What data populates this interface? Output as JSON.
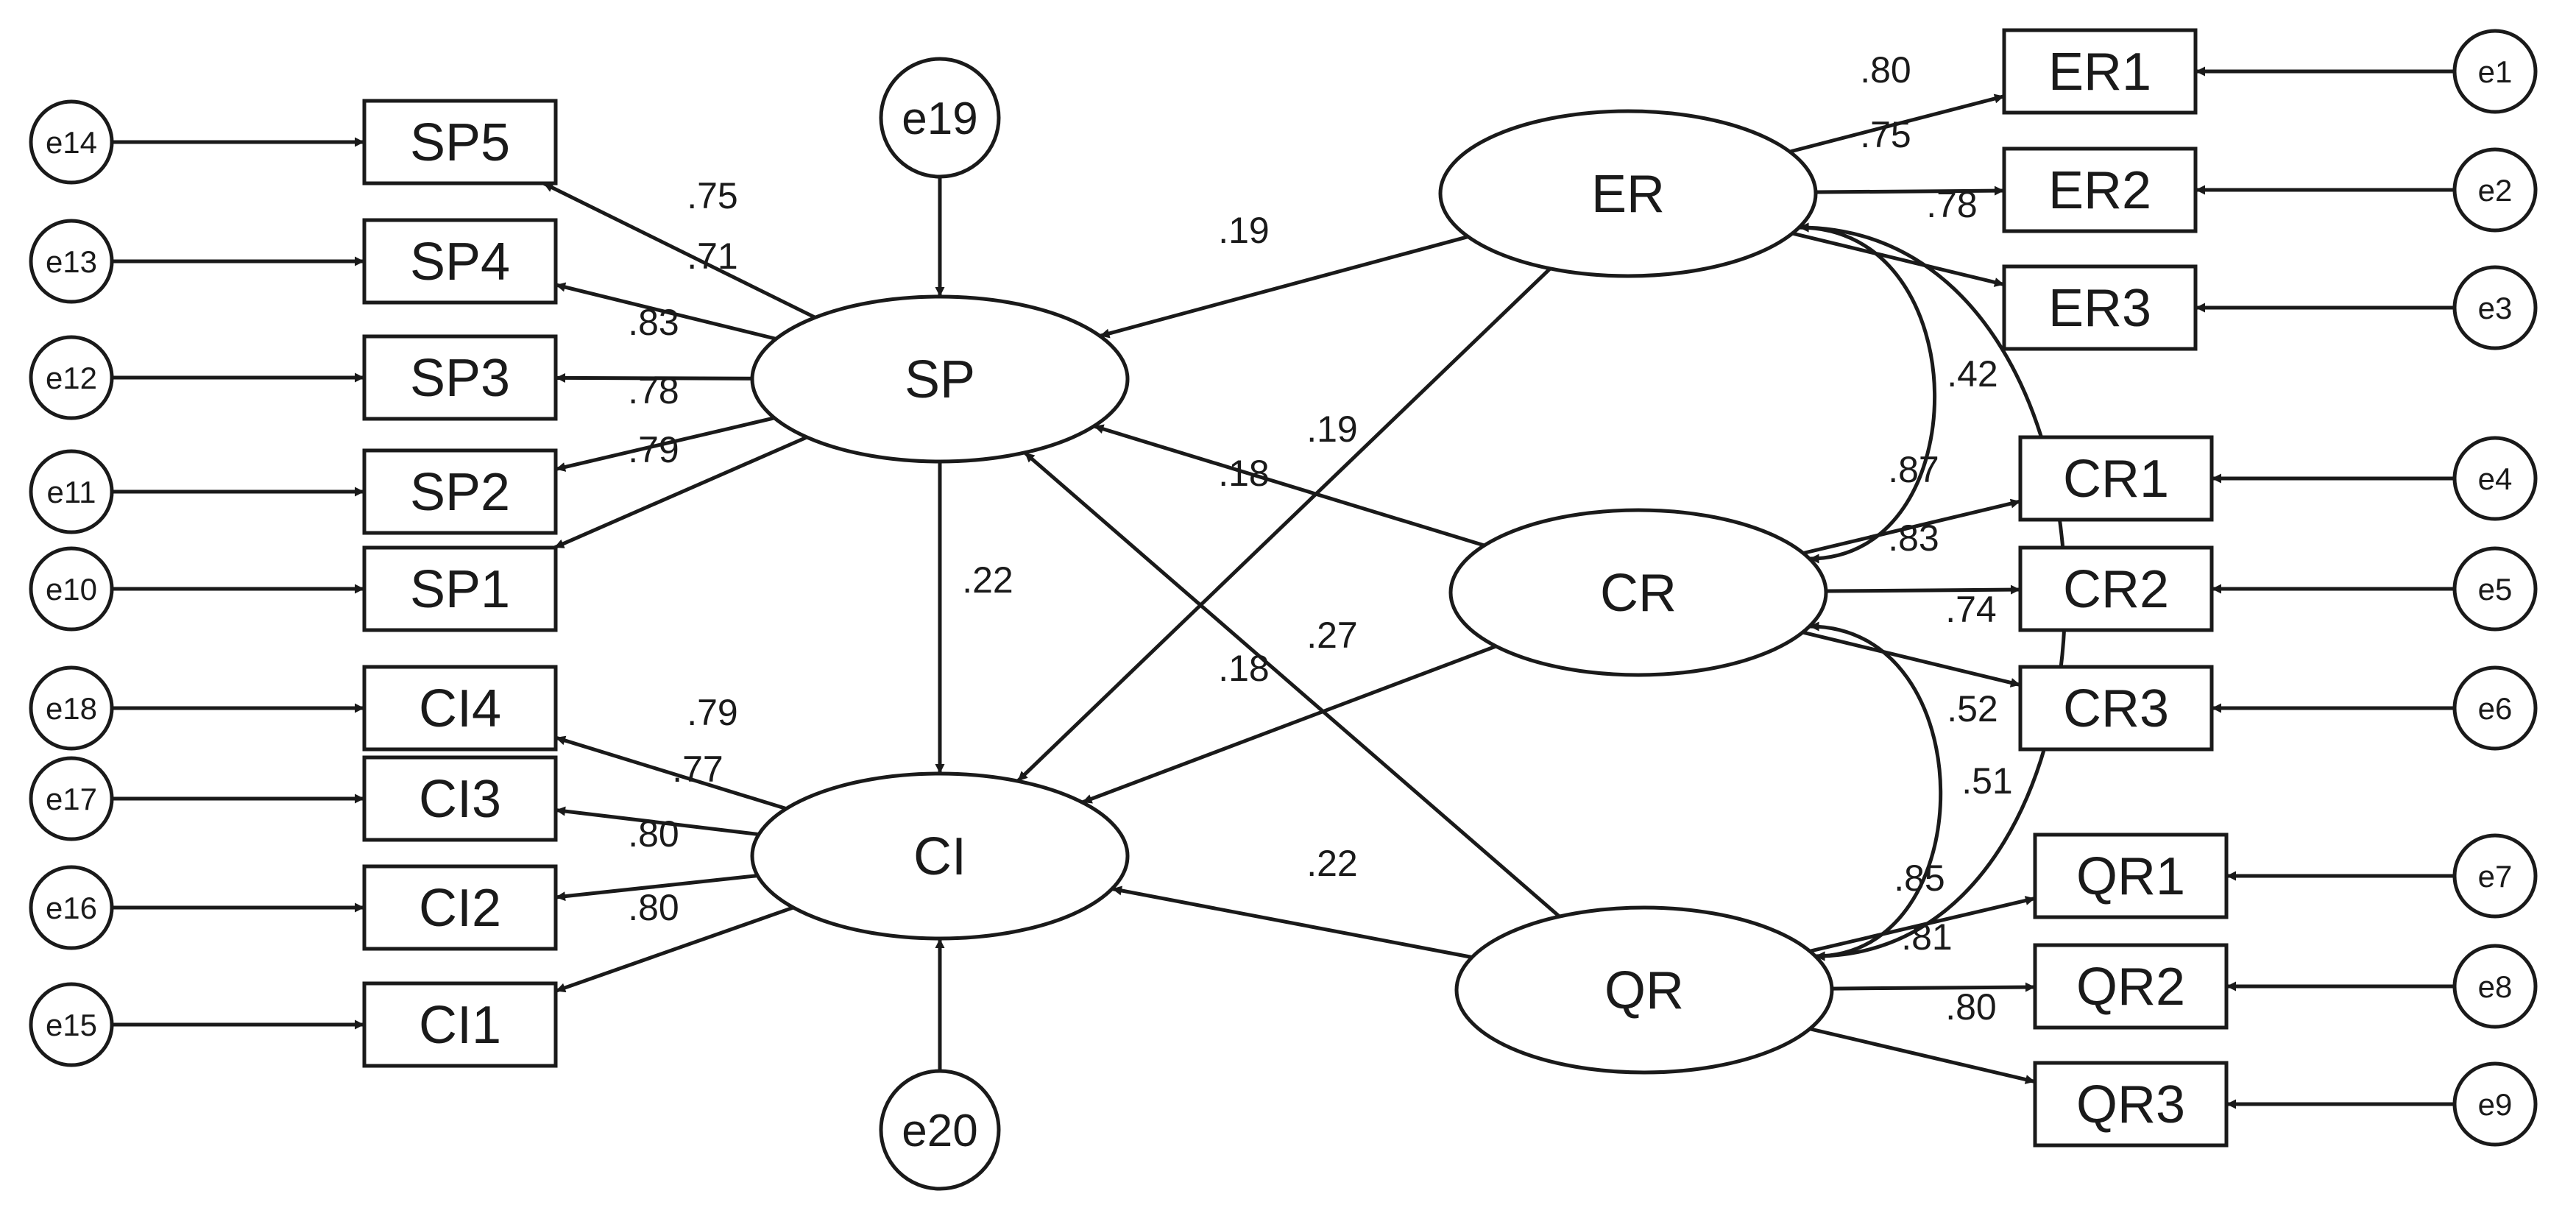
{
  "latents": [
    {
      "id": "SP",
      "label": "SP"
    },
    {
      "id": "CI",
      "label": "CI"
    },
    {
      "id": "ER",
      "label": "ER"
    },
    {
      "id": "CR",
      "label": "CR"
    },
    {
      "id": "QR",
      "label": "QR"
    }
  ],
  "indicators": [
    {
      "id": "SP5",
      "label": "SP5"
    },
    {
      "id": "SP4",
      "label": "SP4"
    },
    {
      "id": "SP3",
      "label": "SP3"
    },
    {
      "id": "SP2",
      "label": "SP2"
    },
    {
      "id": "SP1",
      "label": "SP1"
    },
    {
      "id": "CI4",
      "label": "CI4"
    },
    {
      "id": "CI3",
      "label": "CI3"
    },
    {
      "id": "CI2",
      "label": "CI2"
    },
    {
      "id": "CI1",
      "label": "CI1"
    },
    {
      "id": "ER1",
      "label": "ER1"
    },
    {
      "id": "ER2",
      "label": "ER2"
    },
    {
      "id": "ER3",
      "label": "ER3"
    },
    {
      "id": "CR1",
      "label": "CR1"
    },
    {
      "id": "CR2",
      "label": "CR2"
    },
    {
      "id": "CR3",
      "label": "CR3"
    },
    {
      "id": "QR1",
      "label": "QR1"
    },
    {
      "id": "QR2",
      "label": "QR2"
    },
    {
      "id": "QR3",
      "label": "QR3"
    }
  ],
  "errors": [
    {
      "id": "e14",
      "label": "e14"
    },
    {
      "id": "e13",
      "label": "e13"
    },
    {
      "id": "e12",
      "label": "e12"
    },
    {
      "id": "e11",
      "label": "e11"
    },
    {
      "id": "e10",
      "label": "e10"
    },
    {
      "id": "e18",
      "label": "e18"
    },
    {
      "id": "e17",
      "label": "e17"
    },
    {
      "id": "e16",
      "label": "e16"
    },
    {
      "id": "e15",
      "label": "e15"
    },
    {
      "id": "e1",
      "label": "e1"
    },
    {
      "id": "e2",
      "label": "e2"
    },
    {
      "id": "e3",
      "label": "e3"
    },
    {
      "id": "e4",
      "label": "e4"
    },
    {
      "id": "e5",
      "label": "e5"
    },
    {
      "id": "e6",
      "label": "e6"
    },
    {
      "id": "e7",
      "label": "e7"
    },
    {
      "id": "e8",
      "label": "e8"
    },
    {
      "id": "e9",
      "label": "e9"
    },
    {
      "id": "e19",
      "label": "e19"
    },
    {
      "id": "e20",
      "label": "e20"
    }
  ],
  "loadings": [
    {
      "from": "SP",
      "to": "SP5",
      "value": ".75"
    },
    {
      "from": "SP",
      "to": "SP4",
      "value": ".71"
    },
    {
      "from": "SP",
      "to": "SP3",
      "value": ".83"
    },
    {
      "from": "SP",
      "to": "SP2",
      "value": ".78"
    },
    {
      "from": "SP",
      "to": "SP1",
      "value": ".79"
    },
    {
      "from": "CI",
      "to": "CI4",
      "value": ".79"
    },
    {
      "from": "CI",
      "to": "CI3",
      "value": ".77"
    },
    {
      "from": "CI",
      "to": "CI2",
      "value": ".80"
    },
    {
      "from": "CI",
      "to": "CI1",
      "value": ".80"
    },
    {
      "from": "ER",
      "to": "ER1",
      "value": ".80"
    },
    {
      "from": "ER",
      "to": "ER2",
      "value": ".75"
    },
    {
      "from": "ER",
      "to": "ER3",
      "value": ".78"
    },
    {
      "from": "CR",
      "to": "CR1",
      "value": ".87"
    },
    {
      "from": "CR",
      "to": "CR2",
      "value": ".83"
    },
    {
      "from": "CR",
      "to": "CR3",
      "value": ".74"
    },
    {
      "from": "QR",
      "to": "QR1",
      "value": ".85"
    },
    {
      "from": "QR",
      "to": "QR2",
      "value": ".81"
    },
    {
      "from": "QR",
      "to": "QR3",
      "value": ".80"
    }
  ],
  "paths": [
    {
      "from": "ER",
      "to": "SP",
      "value": ".19"
    },
    {
      "from": "ER",
      "to": "CI",
      "value": ".19"
    },
    {
      "from": "CR",
      "to": "SP",
      "value": ".18"
    },
    {
      "from": "CR",
      "to": "CI",
      "value": ".27"
    },
    {
      "from": "QR",
      "to": "SP",
      "value": ".18"
    },
    {
      "from": "QR",
      "to": "CI",
      "value": ".22"
    },
    {
      "from": "SP",
      "to": "CI",
      "value": ".22"
    }
  ],
  "covariances": [
    {
      "between": [
        "ER",
        "CR"
      ],
      "value": ".42"
    },
    {
      "between": [
        "CR",
        "QR"
      ],
      "value": ".52"
    },
    {
      "between": [
        "ER",
        "QR"
      ],
      "value": ".51"
    }
  ]
}
